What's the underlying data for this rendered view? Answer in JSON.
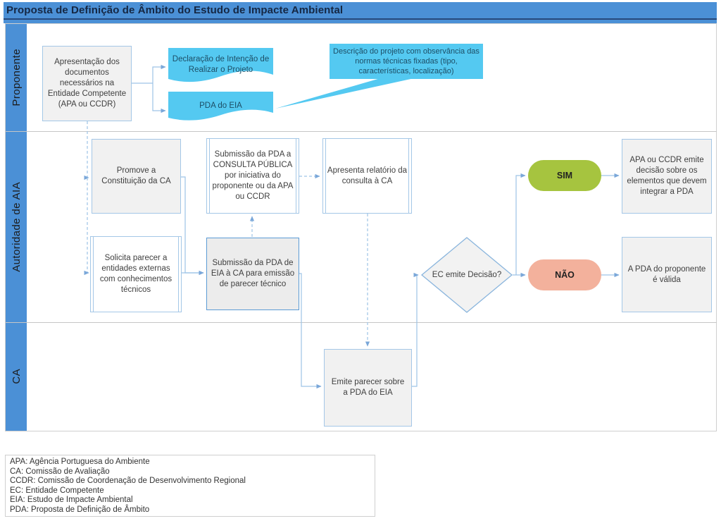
{
  "title": "Proposta de Definição de Âmbito do Estudo de Impacte Ambiental",
  "lanes": [
    {
      "label": "Proponente"
    },
    {
      "label": "Autoridade de AIA"
    },
    {
      "label": "CA"
    }
  ],
  "nodes": {
    "apresentacao": {
      "label": "Apresentação dos documentos necessários na Entidade Competente (APA ou CCDR)"
    },
    "declaracao": {
      "label": "Declaração de Intenção de Realizar o Projeto"
    },
    "pda_do_eia": {
      "label": "PDA do EIA"
    },
    "descricao": {
      "label": "Descrição do projeto com observância das normas técnicas fixadas (tipo, características, localização)"
    },
    "promove": {
      "label": "Promove a Constituição da CA"
    },
    "solicita": {
      "label": "Solicita parecer a entidades externas com conhecimentos técnicos"
    },
    "consulta_publica": {
      "label": "Submissão da PDA a CONSULTA PÚBLICA por iniciativa do proponente ou da APA ou CCDR"
    },
    "submissao_ca": {
      "label": "Submissão da PDA de EIA à CA para emissão de parecer técnico"
    },
    "relatorio": {
      "label": "Apresenta relatório da consulta à CA"
    },
    "emite_parecer": {
      "label": "Emite parecer sobre a PDA do EIA"
    },
    "decisao": {
      "label": "EC emite Decisão?"
    },
    "sim": {
      "label": "SIM"
    },
    "nao": {
      "label": "NÃO"
    },
    "apa_decide": {
      "label": "APA ou CCDR emite decisão sobre os elementos que devem integrar a PDA"
    },
    "pda_valida": {
      "label": "A PDA do proponente é válida"
    }
  },
  "legend": {
    "lines": [
      "APA: Agência Portuguesa do Ambiente",
      "CA: Comissão de Avaliação",
      "CCDR: Comissão de Coordenação de Desenvolvimento Regional",
      "EC: Entidade Competente",
      "EIA: Estudo de Impacte Ambiental",
      "PDA: Proposta de Definição de Âmbito"
    ]
  },
  "colors": {
    "header_blue": "#4b90d6",
    "rule_navy": "#27497c",
    "cyan": "#54c9f1",
    "green": "#a6c43f",
    "salmon": "#f3b19c",
    "connector_blue": "#9dc3e6",
    "box_fill": "#f1f1f1"
  }
}
